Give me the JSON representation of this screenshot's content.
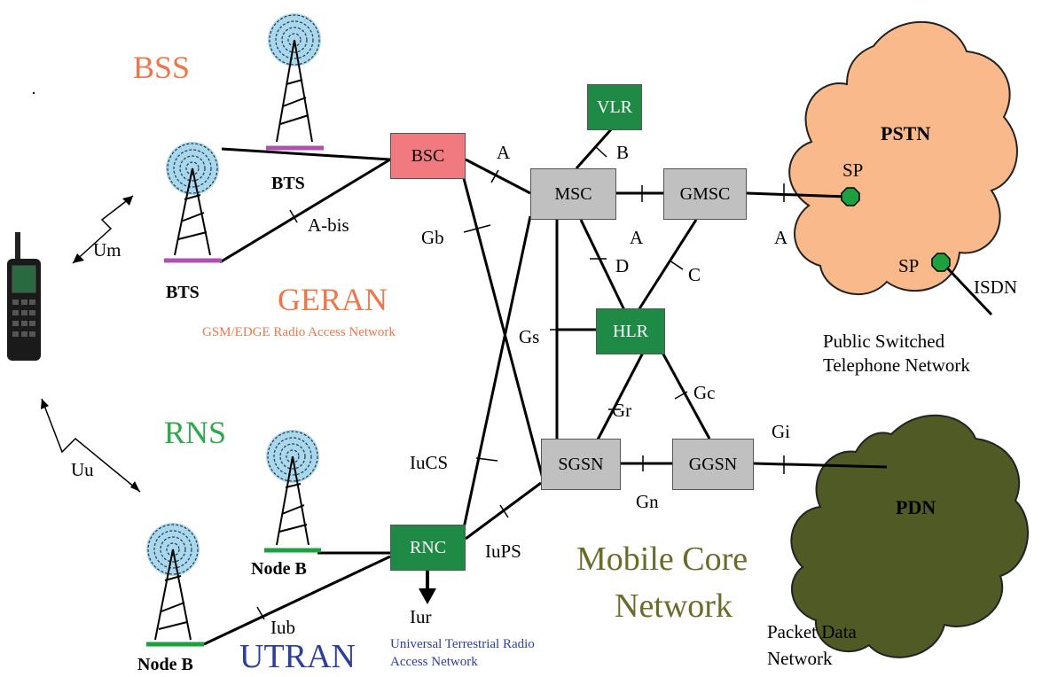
{
  "colors": {
    "bss": "#f0764a",
    "geran": "#f0764a",
    "rns": "#2ea84a",
    "utran": "#2c3f9a",
    "core": "#6b6b2a",
    "pstn_cloud": "#f9b98a",
    "pdn_cloud": "#4f5a25",
    "node_green": "#1f8a45",
    "node_gray": "#c0c0c0",
    "bsc_pink": "#f07a7f",
    "tower_sky": "#a8d8f0",
    "bts_base": "#b050b0",
    "nodeb_base": "#1fa040"
  },
  "regions": {
    "bss": "BSS",
    "geran": "GERAN",
    "geran_full": "GSM/EDGE Radio Access Network",
    "rns": "RNS",
    "utran": "UTRAN",
    "utran_full_1": "Universal Terrestrial Radio",
    "utran_full_2": "Access Network",
    "core_1": "Mobile Core",
    "core_2": "Network"
  },
  "stations": {
    "bts_top": "BTS",
    "bts_left": "BTS",
    "nodeb_top": "Node B",
    "nodeb_left": "Node B"
  },
  "nodes": {
    "bsc": "BSC",
    "vlr": "VLR",
    "msc": "MSC",
    "gmsc": "GMSC",
    "hlr": "HLR",
    "sgsn": "SGSN",
    "ggsn": "GGSN",
    "rnc": "RNC"
  },
  "interfaces": {
    "um": "Um",
    "uu": "Uu",
    "abis": "A-bis",
    "a_bsc": "A",
    "gb": "Gb",
    "b": "B",
    "a_msc": "A",
    "a_pstn": "A",
    "d": "D",
    "c": "C",
    "gs": "Gs",
    "gr": "Gr",
    "gc": "Gc",
    "gi": "Gi",
    "gn": "Gn",
    "iucs": "IuCS",
    "iups": "IuPS",
    "iur": "Iur",
    "iub": "Iub"
  },
  "clouds": {
    "pstn": "PSTN",
    "sp1": "SP",
    "sp2": "SP",
    "isdn": "ISDN",
    "pstn_full_1": "Public Switched",
    "pstn_full_2": "Telephone Network",
    "pdn": "PDN",
    "pdn_full_1": "Packet Data",
    "pdn_full_2": "Network"
  }
}
